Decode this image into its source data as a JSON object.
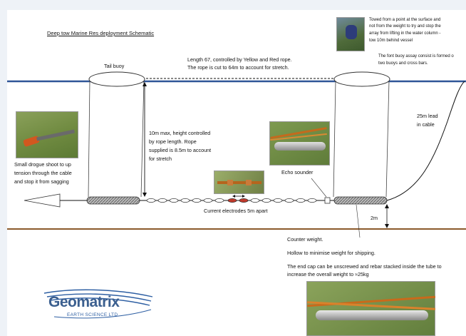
{
  "title": "Deep tow Marine Res deployment Schematic",
  "labels": {
    "tail_buoy": "Tail buoy",
    "length_line1": "Length 67, controlled by Yellow and Red rope.",
    "length_line2": "The rope is cut to 64m to account for stretch.",
    "height_note": [
      "10m max, height controlled",
      "by rope length. Rope",
      "supplied is 8.5m to account",
      "for stretch"
    ],
    "drogue_note": [
      "Small drogue shoot to up",
      "tension through the cable",
      "and stop it from sagging"
    ],
    "echo_sounder": "Echo sounder",
    "electrodes": "Current electrodes 5m apart",
    "lead_cable": [
      "25m lead",
      "in cable"
    ],
    "depth": "2m",
    "towed_note": [
      "Towed from a point at the surface and",
      "not from the weight to try and stop the",
      "array from lifting in the water column -",
      "tow 10m behind vessel"
    ],
    "buoy_note": [
      "The font buoy assay consist is formed o",
      "two buoys and cross bars."
    ],
    "counter_weight": "Counter weight.",
    "hollow": "Hollow to minimise weight for shipping.",
    "end_cap": [
      "The end cap can be unscrewed and rebar stacked inside the tube to",
      "increase the overall weight to ≈25kg"
    ]
  },
  "logo": {
    "name": "Geomatrix",
    "sub": "EARTH SCIENCE LTD"
  },
  "colors": {
    "water_line": "#2f5597",
    "seabed_line": "#8b5a2b",
    "logo_blue": "#2e5fa3"
  }
}
